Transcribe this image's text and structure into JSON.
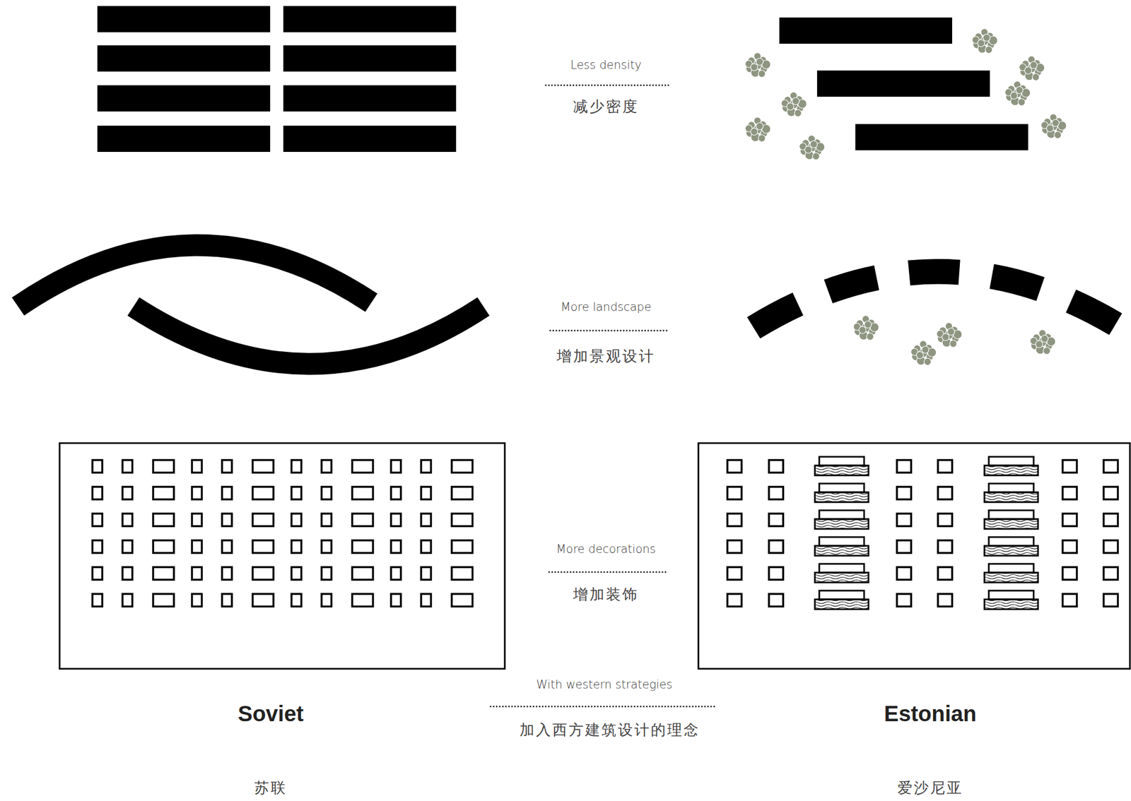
{
  "diagram": {
    "labels": [
      "Less density",
      "减少密度",
      "More landscape",
      "增加景观设计",
      "More decorations",
      "增加装饰",
      "With western strategies",
      "加入西方建筑设计的理念",
      "Soviet",
      "Estonian",
      "苏联",
      "爱沙尼亚"
    ]
  }
}
